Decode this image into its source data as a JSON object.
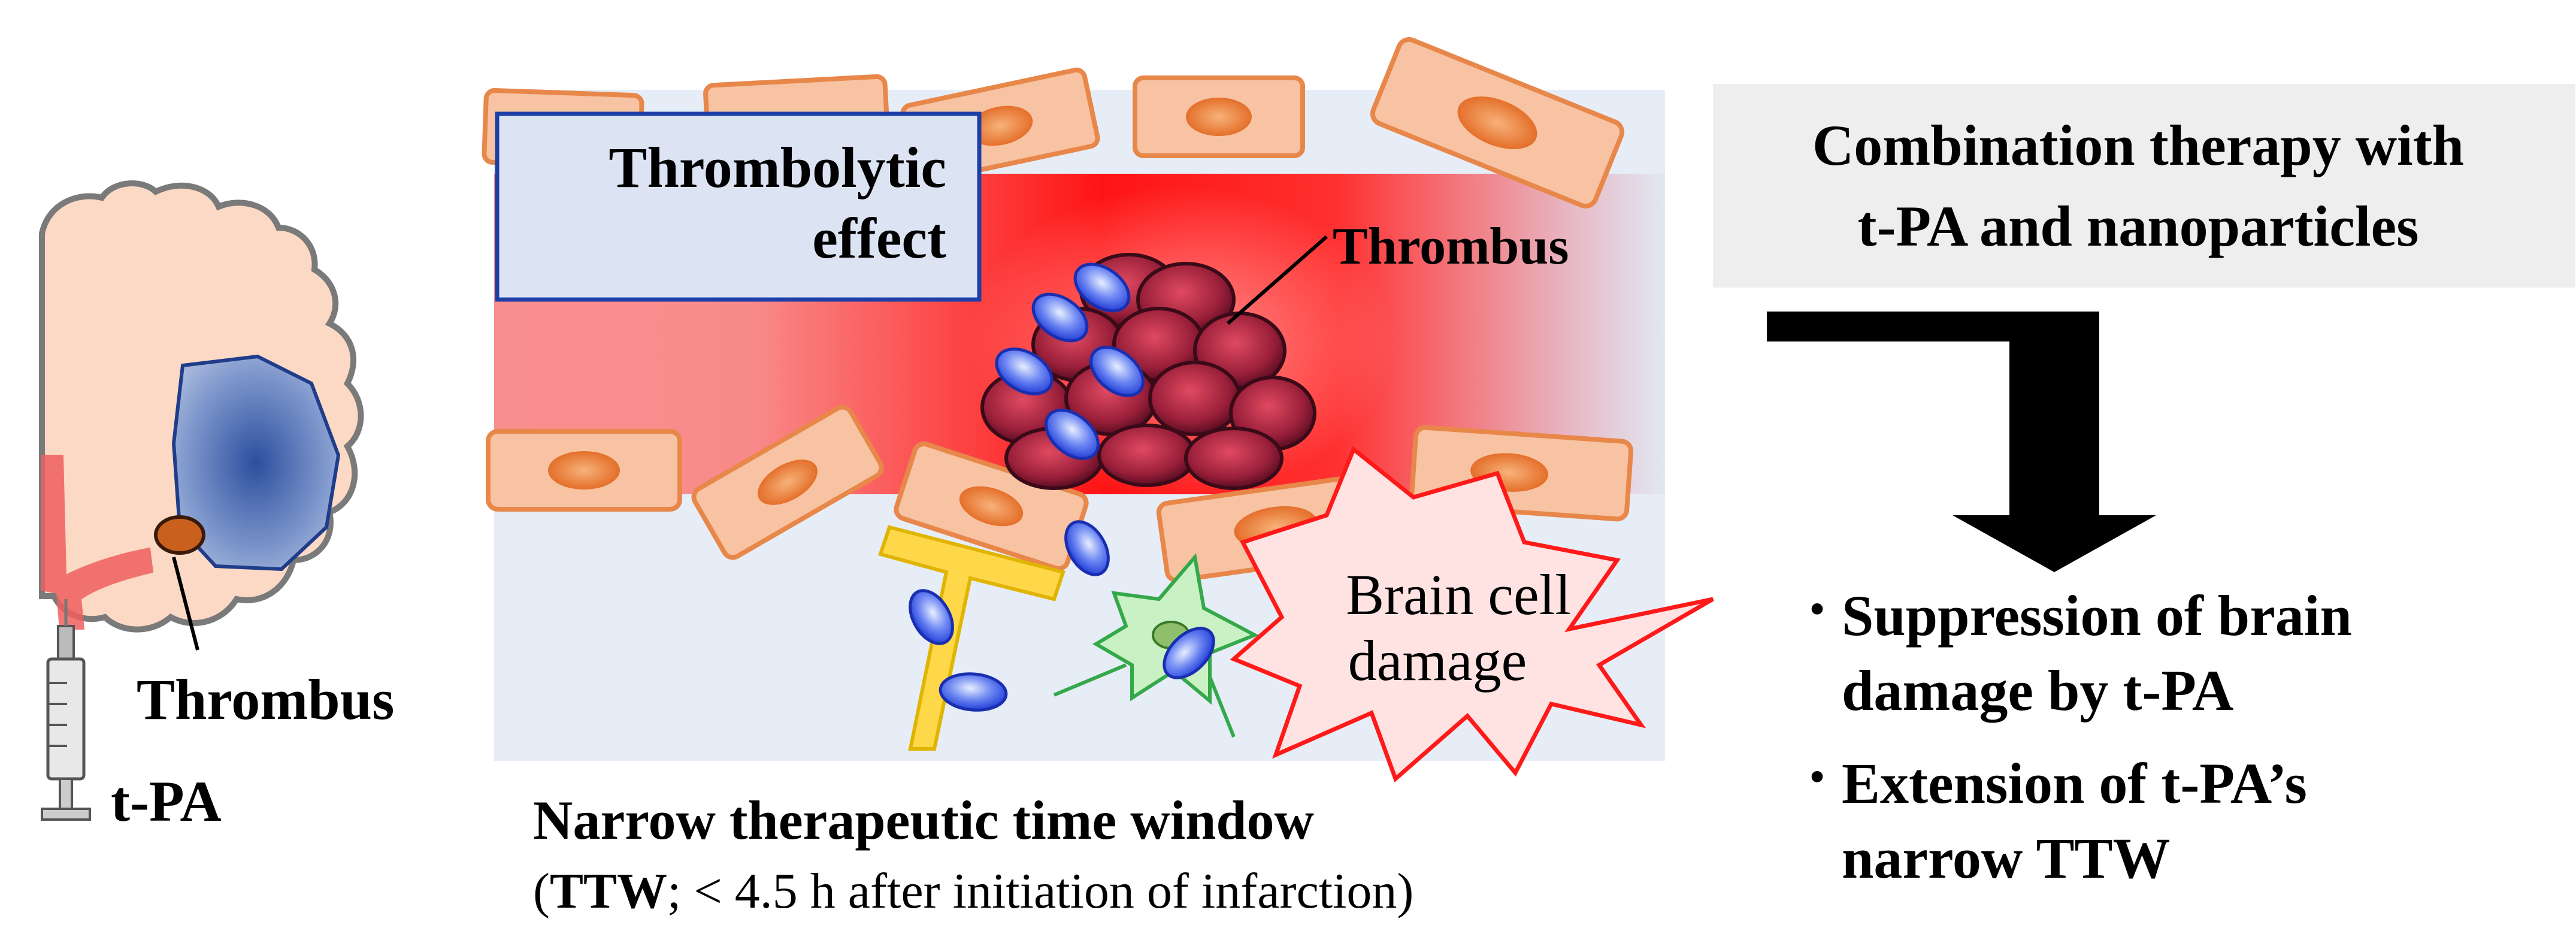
{
  "left_panel": {
    "thrombus_label": "Thrombus",
    "drug_label": "t-PA"
  },
  "center_panel": {
    "effect_box": {
      "line1": "Thrombolytic",
      "line2": "effect"
    },
    "thrombus_label": "Thrombus",
    "damage_burst": {
      "line1": "Brain cell",
      "line2": "damage"
    },
    "ttw_title": "Narrow therapeutic time window",
    "ttw_note_prefix": "(",
    "ttw_note_bold": "TTW",
    "ttw_note_rest": "; < 4.5 h after initiation of infarction)"
  },
  "right_panel": {
    "combo_box": {
      "line1": "Combination therapy with",
      "line2": "t-PA and nanoparticles"
    },
    "bullet_symbol": "・",
    "bullets": [
      {
        "line1": "Suppression of brain",
        "line2": "damage by t-PA"
      },
      {
        "line1": "Extension of t-PA’s",
        "line2": "narrow TTW"
      }
    ]
  },
  "colors": {
    "vessel_red": "#ff1a1a",
    "vessel_pink": "#f98a8a",
    "cell_fill": "#f7c3a3",
    "cell_stroke": "#e8874a",
    "nanoparticle": "#3355ee",
    "infarct_blue": "#3d5fa8",
    "brain_fill": "#fbd9c4",
    "box_blue": "#dce4f4",
    "box_gray": "#eeeeee",
    "burst_fill": "#ffe3e3",
    "burst_stroke": "#ff1a1a"
  },
  "icons": [
    "syringe-icon",
    "brain-icon",
    "astrocyte-icon",
    "neuron-icon",
    "arrow-down-right-icon"
  ]
}
